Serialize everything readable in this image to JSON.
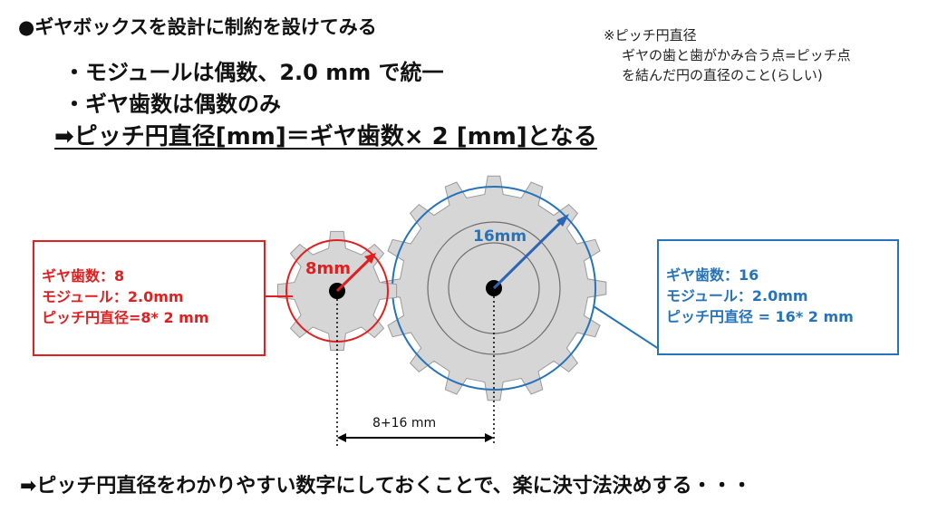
{
  "title": "●ギヤボックスを設計に制約を設けてみる",
  "bullets": [
    "・モジュールは偶数、2.0 mm で統一",
    "・ギヤ歯数は偶数のみ"
  ],
  "conclusion": "➡ピッチ円直径[mm]＝ギヤ歯数× 2 [mm]となる",
  "note": [
    "※ピッチ円直径",
    "ギヤの歯と歯がかみ合う点=ピッチ点",
    "を結んだ円の直径のこと(らしい)"
  ],
  "small_gear": {
    "radius_label": "8mm",
    "teeth_label": "ギヤ歯数：8",
    "module_label": "モジュール：2.0mm",
    "pitch_label": "ピッチ円直径=8* 2 mm"
  },
  "large_gear": {
    "radius_label": "16mm",
    "teeth_label": "ギヤ歯数：16",
    "module_label": "モジュール：2.0mm",
    "pitch_label": "ピッチ円直径 = 16* 2 mm"
  },
  "distance_label": "8+16 mm",
  "bottom_text": "➡ピッチ円直径をわかりやすい数字にしておくことで、楽に決寸法決めする・・・",
  "colors": {
    "red": "#e02020",
    "blue": "#2673b9",
    "gear_fill": "#d6d6d6",
    "gear_stroke": "#9a9a9a"
  }
}
